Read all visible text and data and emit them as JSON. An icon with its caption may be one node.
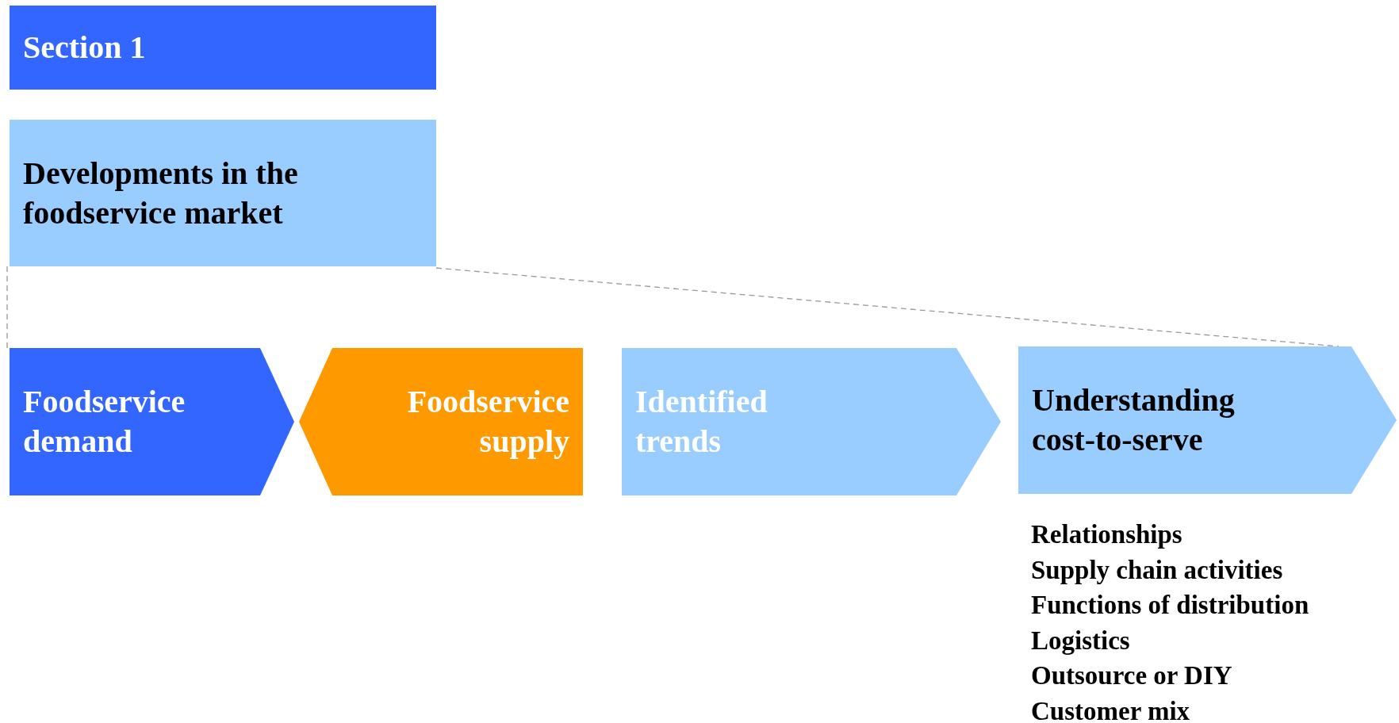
{
  "diagram": {
    "nodes": [
      {
        "text": [
          "Section 1"
        ]
      },
      {
        "text": [
          "Developments in the foodservice market"
        ]
      },
      {
        "text": [
          "Foodservice demand"
        ]
      },
      {
        "text": [
          "Foodservice supply"
        ]
      },
      {
        "text": [
          "Identified trends"
        ]
      },
      {
        "text": [
          "Understanding cost-to-serve"
        ],
        "beside": [
          "Relationships",
          "Supply chain activities",
          "Functions of distribution",
          "Logistics",
          "Outsource or DIY",
          "Customer mix"
        ]
      }
    ],
    "edges": [
      {
        "from": 1,
        "to": 2,
        "arrow": "none",
        "style": "dashed"
      },
      {
        "from": 1,
        "to": 5,
        "arrow": "none",
        "style": "dashed"
      }
    ]
  }
}
